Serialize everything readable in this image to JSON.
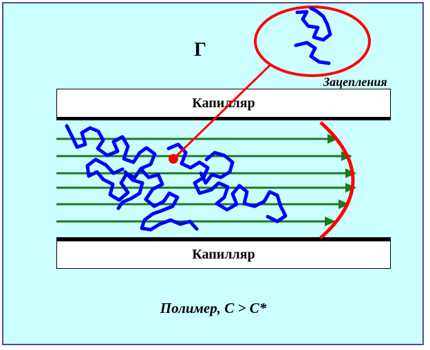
{
  "panel_label": "Г",
  "capillary_top_label": "Капилляр",
  "capillary_bottom_label": "Капилляр",
  "entanglement_label": "Зацепления",
  "caption": "Полимер, С > С*",
  "colors": {
    "background": "#ccffff",
    "polymer_chain": "#0000ff",
    "flow_lines": "#1a7a1a",
    "velocity_profile": "#ff0000",
    "pointer": "#ff0000"
  },
  "flow_line_count": 6
}
